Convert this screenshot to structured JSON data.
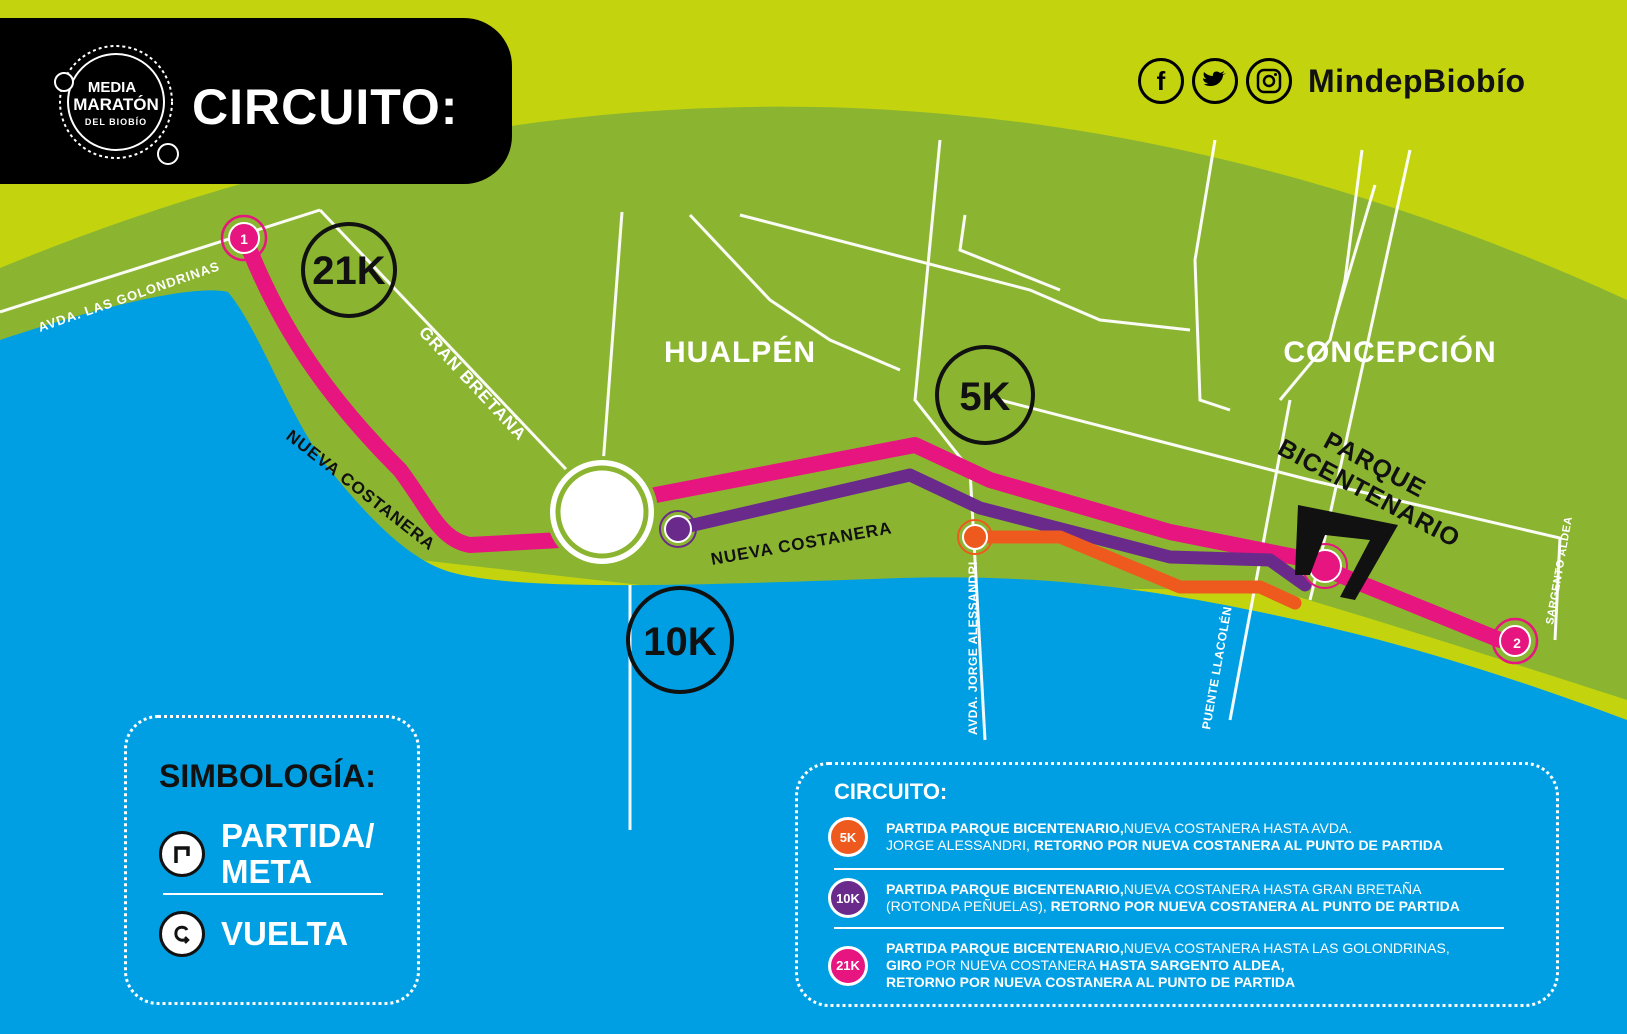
{
  "header": {
    "title": "CIRCUITO:"
  },
  "logo": {
    "line1": "MEDIA",
    "line2": "MARATÓN",
    "line3": "DEL BIOBÍO"
  },
  "social": {
    "handle": "MindepBiobío",
    "icons": [
      "facebook-icon",
      "twitter-icon",
      "instagram-icon"
    ]
  },
  "map": {
    "areas": {
      "hualpen": "HUALPÉN",
      "concepcion": "CONCEPCIÓN"
    },
    "streets": {
      "golondrinas": "AVDA. LAS GOLONDRINAS",
      "gran_bretana": "GRAN BRETAÑA",
      "nueva_costanera_left": "NUEVA COSTANERA",
      "nueva_costanera_mid": "NUEVA COSTANERA",
      "alessandri": "AVDA. JORGE ALESSANDRI",
      "llacolen": "PUENTE LLACOLÉN",
      "sargento": "SARGENTO ALDEA"
    },
    "park": {
      "line1": "PARQUE",
      "line2": "BICENTENARIO"
    },
    "distance_labels": {
      "d21": "21K",
      "d5": "5K",
      "d10": "10K"
    },
    "markers": {
      "start": "1",
      "turn": "2"
    },
    "colors": {
      "k21": "#e6157f",
      "k10": "#6a2a8c",
      "k5": "#ee5a1e",
      "water": "#009fe3",
      "land": "#8bb531",
      "bg": "#c3d40f"
    }
  },
  "simbologia": {
    "title": "SIMBOLOGÍA:",
    "items": [
      {
        "icon": "start-finish-icon",
        "label_line1": "PARTIDA/",
        "label_line2": "META"
      },
      {
        "icon": "u-turn-icon",
        "label": "VUELTA"
      }
    ]
  },
  "circuito_info": {
    "title": "CIRCUITO:",
    "routes": [
      {
        "badge": "5K",
        "color": "#ee5a1e",
        "line1_b": "PARTIDA PARQUE BICENTENARIO,",
        "line1": "NUEVA COSTANERA HASTA AVDA.",
        "line2": "JORGE ALESSANDRI, ",
        "line2_b": "RETORNO POR NUEVA COSTANERA AL PUNTO DE PARTIDA"
      },
      {
        "badge": "10K",
        "color": "#6a2a8c",
        "line1_b": "PARTIDA PARQUE BICENTENARIO,",
        "line1": "NUEVA COSTANERA HASTA GRAN BRETAÑA",
        "line2": "(ROTONDA PEÑUELAS), ",
        "line2_b": "RETORNO POR NUEVA COSTANERA AL PUNTO DE PARTIDA"
      },
      {
        "badge": "21K",
        "color": "#e6157f",
        "line1_b": "PARTIDA PARQUE BICENTENARIO,",
        "line1": "NUEVA COSTANERA HASTA LAS GOLONDRINAS,",
        "line2_b1": "GIRO",
        "line2": " POR NUEVA COSTANERA  ",
        "line2_b2": "HASTA SARGENTO ALDEA,",
        "line3_b": "RETORNO POR NUEVA COSTANERA AL PUNTO DE PARTIDA"
      }
    ]
  }
}
